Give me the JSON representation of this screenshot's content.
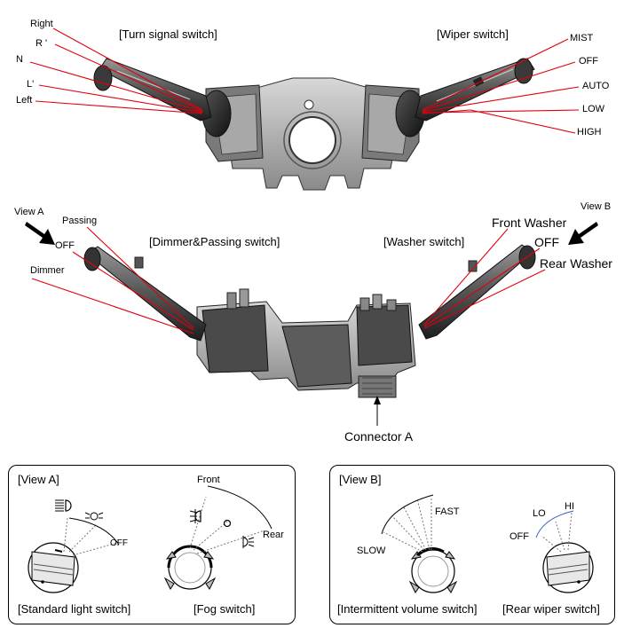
{
  "top": {
    "turn_title": "[Turn signal switch]",
    "wiper_title": "[Wiper switch]",
    "turn_labels": [
      "Right",
      "R '",
      "N",
      "L'",
      "Left"
    ],
    "wiper_labels": [
      "MIST",
      "OFF",
      "AUTO",
      "LOW",
      "HIGH"
    ]
  },
  "middle": {
    "view_a": "View A",
    "view_b": "View B",
    "passing": "Passing",
    "off_left": "OFF",
    "dimmer": "Dimmer",
    "dimmer_title": "[Dimmer&Passing switch]",
    "washer_title": "[Washer switch]",
    "front_washer": "Front Washer",
    "off_right": "OFF",
    "rear_washer": "Rear Washer",
    "connector": "Connector A"
  },
  "view_a_box": {
    "title": "[View A]",
    "off_symbol": "OFF",
    "front": "Front",
    "rear": "Rear",
    "standard_caption": "[Standard light switch]",
    "fog_caption": "[Fog switch]"
  },
  "view_b_box": {
    "title": "[View B]",
    "fast": "FAST",
    "slow": "SLOW",
    "hi": "HI",
    "lo": "LO",
    "off": "OFF",
    "intermittent_caption": "[Intermittent volume switch]",
    "rear_wiper_caption": "[Rear wiper switch]"
  },
  "colors": {
    "leader": "#e0000f",
    "arc_blue": "#3a5fbf",
    "body_dark": "#2b2b2b",
    "body_mid": "#6b6b6b"
  }
}
